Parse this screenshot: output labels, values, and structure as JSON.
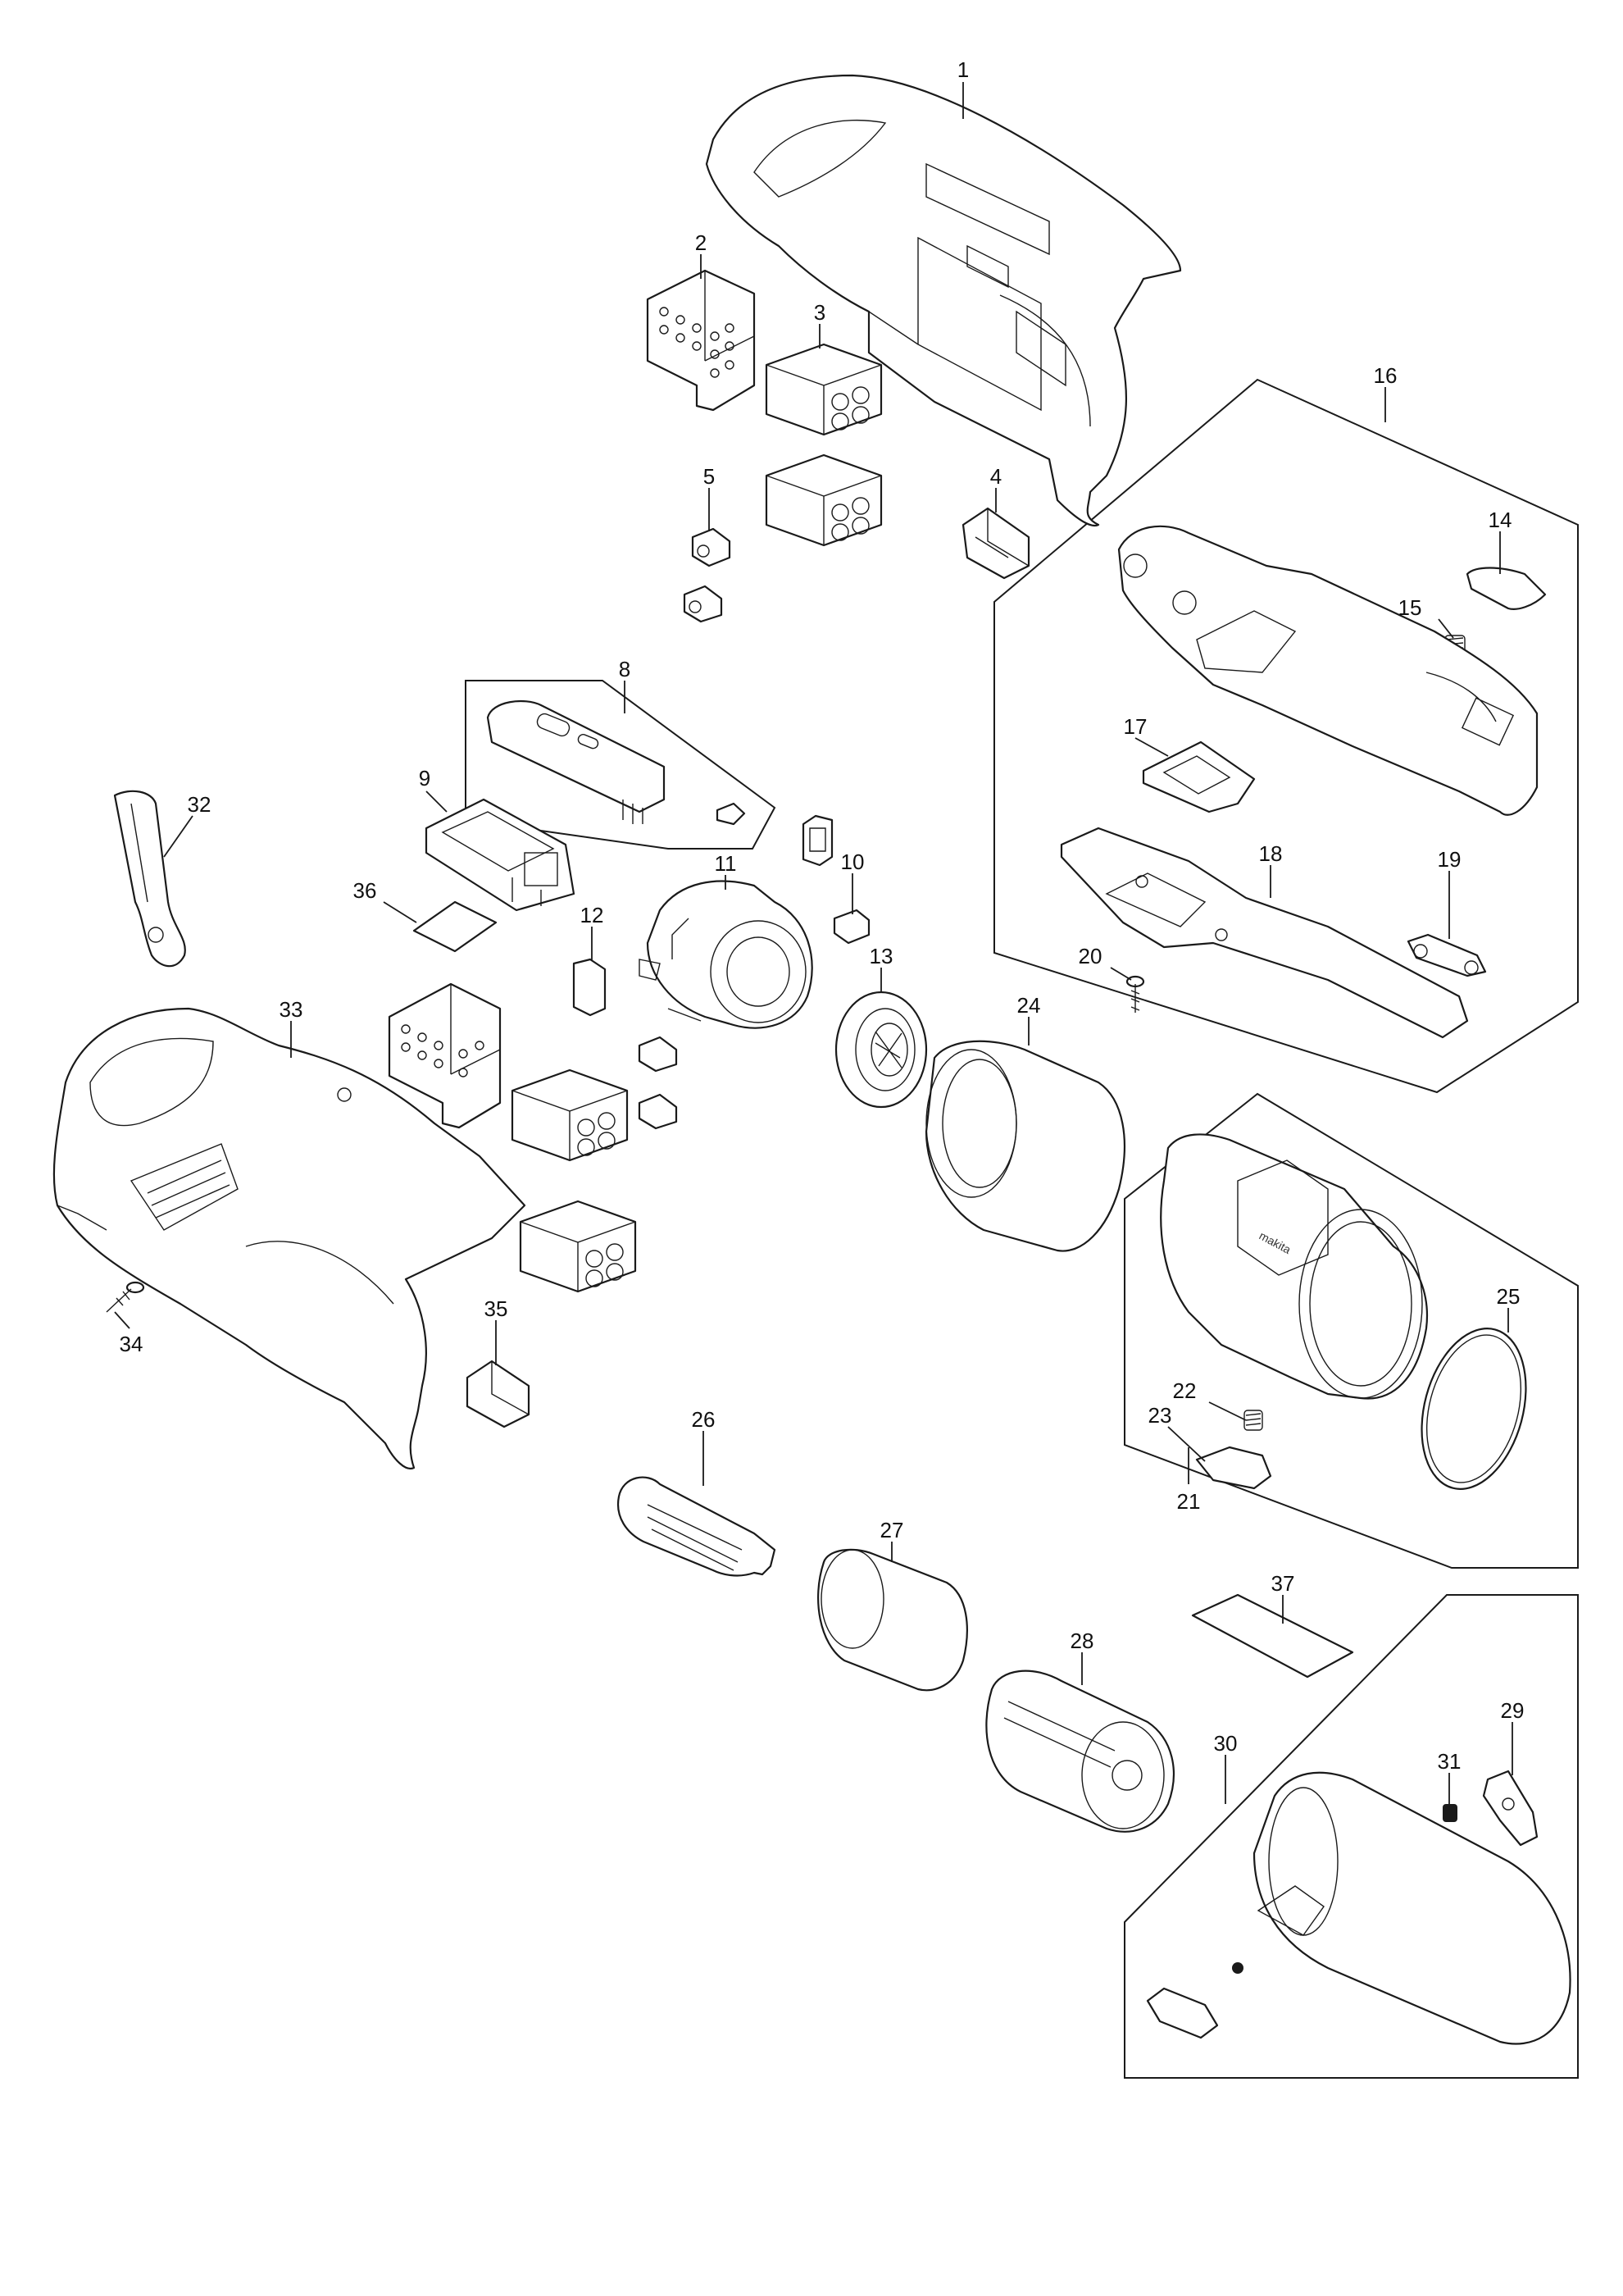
{
  "diagram": {
    "type": "exploded-parts-diagram",
    "callouts": [
      "1",
      "2",
      "3",
      "4",
      "5",
      "8",
      "9",
      "10",
      "11",
      "12",
      "13",
      "14",
      "15",
      "16",
      "17",
      "18",
      "19",
      "20",
      "21",
      "22",
      "23",
      "24",
      "25",
      "26",
      "27",
      "28",
      "29",
      "30",
      "31",
      "32",
      "33",
      "34",
      "35",
      "36",
      "37"
    ],
    "logo_text": "makita"
  }
}
